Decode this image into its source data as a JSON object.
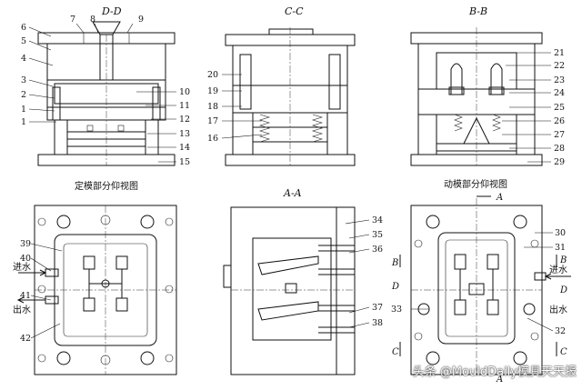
{
  "views": {
    "dd": {
      "title": "D-D"
    },
    "cc": {
      "title": "C-C"
    },
    "bb": {
      "title": "B-B"
    },
    "aa": {
      "title": "A-A"
    }
  },
  "captions": {
    "fixed_half": "定模部分仰视图",
    "moving_half": "动模部分仰视图"
  },
  "part_numbers": {
    "p1": "1",
    "p2": "2",
    "p3": "3",
    "p4": "4",
    "p5": "5",
    "p6": "6",
    "p7": "7",
    "p8": "8",
    "p9": "9",
    "p10": "10",
    "p11": "11",
    "p12": "12",
    "p13": "13",
    "p14": "14",
    "p15": "15",
    "p16": "16",
    "p17": "17",
    "p18": "18",
    "p19": "19",
    "p20": "20",
    "p21": "21",
    "p22": "22",
    "p23": "23",
    "p24": "24",
    "p25": "25",
    "p26": "26",
    "p27": "27",
    "p28": "28",
    "p29": "29",
    "p30": "30",
    "p31": "31",
    "p32": "32",
    "p33": "33",
    "p34": "34",
    "p35": "35",
    "p36": "36",
    "p37": "37",
    "p38": "38",
    "p39": "39",
    "p40": "40",
    "p41": "41",
    "p42": "42"
  },
  "section_marks": {
    "a": "A",
    "b": "B",
    "c": "C",
    "d": "D"
  },
  "water": {
    "inlet": "进水",
    "outlet": "出水"
  },
  "watermark": "头条 @MouldDaily模具天天报"
}
